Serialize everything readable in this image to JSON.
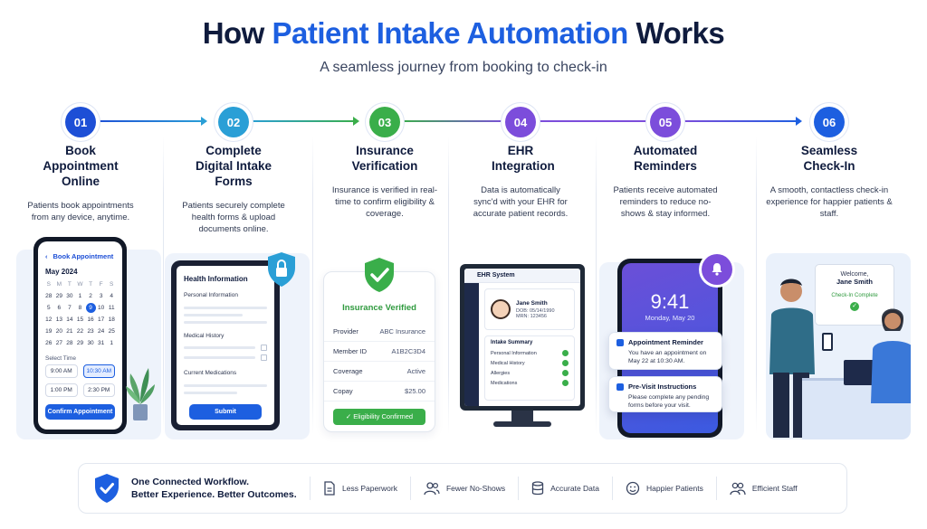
{
  "header": {
    "title_pre": "How",
    "title_accent": "Patient Intake Automation",
    "title_post": "Works",
    "subtitle": "A seamless journey from booking to check-in"
  },
  "colors": {
    "accent": "#1d5fe0",
    "step1": "#1d4fd6",
    "step2": "#2a9fd6",
    "step3": "#3aae4a",
    "step4": "#7c4ddb",
    "step5": "#7c4ddb",
    "step6": "#1d5fe0"
  },
  "steps": [
    {
      "num": "01",
      "title": "Book Appointment Online",
      "desc": "Patients book appointments from any device, anytime."
    },
    {
      "num": "02",
      "title": "Complete Digital Intake Forms",
      "desc": "Patients securely complete health forms & upload documents online."
    },
    {
      "num": "03",
      "title": "Insurance Verification",
      "desc": "Insurance is verified in real-time to confirm eligibility & coverage."
    },
    {
      "num": "04",
      "title": "EHR Integration",
      "desc": "Data is automatically sync'd with your EHR for accurate patient records."
    },
    {
      "num": "05",
      "title": "Automated Reminders",
      "desc": "Patients receive automated reminders to reduce no-shows & stay informed."
    },
    {
      "num": "06",
      "title": "Seamless Check-In",
      "desc": "A smooth, contactless check-in experience for happier patients & staff."
    }
  ],
  "booking": {
    "header": "Book Appointment",
    "month": "May 2024",
    "weekdays": [
      "S",
      "M",
      "T",
      "W",
      "T",
      "F",
      "S"
    ],
    "days": [
      "28",
      "29",
      "30",
      "1",
      "2",
      "3",
      "4",
      "5",
      "6",
      "7",
      "8",
      "9",
      "10",
      "11",
      "12",
      "13",
      "14",
      "15",
      "16",
      "17",
      "18",
      "19",
      "20",
      "21",
      "22",
      "23",
      "24",
      "25",
      "26",
      "27",
      "28",
      "29",
      "30",
      "31",
      "1"
    ],
    "selected_day": "9",
    "time_label": "Select Time",
    "times": [
      "9:00 AM",
      "10:30 AM",
      "1:00 PM",
      "2:30 PM"
    ],
    "selected_time": "10:30 AM",
    "button": "Confirm Appointment"
  },
  "intake_form": {
    "title": "Health Information",
    "sections": [
      "Personal Information",
      "Medical History",
      "Current Medications"
    ],
    "button": "Submit"
  },
  "insurance": {
    "status": "Insurance Verified",
    "rows": [
      {
        "label": "Provider",
        "value": "ABC Insurance"
      },
      {
        "label": "Member ID",
        "value": "A1B2C3D4"
      },
      {
        "label": "Coverage",
        "value": "Active"
      },
      {
        "label": "Copay",
        "value": "$25.00"
      }
    ],
    "button": "Eligibility Confirmed"
  },
  "ehr": {
    "system": "EHR System",
    "patient_name": "Jane Smith",
    "dob": "DOB: 05/14/1990",
    "mrn": "MRN: 123456",
    "summary_title": "Intake Summary",
    "summary_items": [
      "Personal Information",
      "Medical History",
      "Allergies",
      "Medications"
    ]
  },
  "reminders": {
    "time": "9:41",
    "date": "Monday, May 20",
    "notifications": [
      {
        "title": "Appointment Reminder",
        "body": "You have an appointment on May 22 at 10:30 AM."
      },
      {
        "title": "Pre-Visit Instructions",
        "body": "Please complete any pending forms before your visit."
      }
    ]
  },
  "checkin": {
    "welcome": "Welcome,",
    "name": "Jane Smith",
    "status": "Check-In Complete"
  },
  "footer": {
    "line1": "One Connected Workflow.",
    "line2": "Better Experience. Better Outcomes.",
    "items": [
      {
        "label": "Less Paperwork",
        "icon": "document-icon"
      },
      {
        "label": "Fewer No-Shows",
        "icon": "users-icon"
      },
      {
        "label": "Accurate Data",
        "icon": "database-icon"
      },
      {
        "label": "Happier Patients",
        "icon": "smile-icon"
      },
      {
        "label": "Efficient Staff",
        "icon": "team-icon"
      }
    ]
  }
}
